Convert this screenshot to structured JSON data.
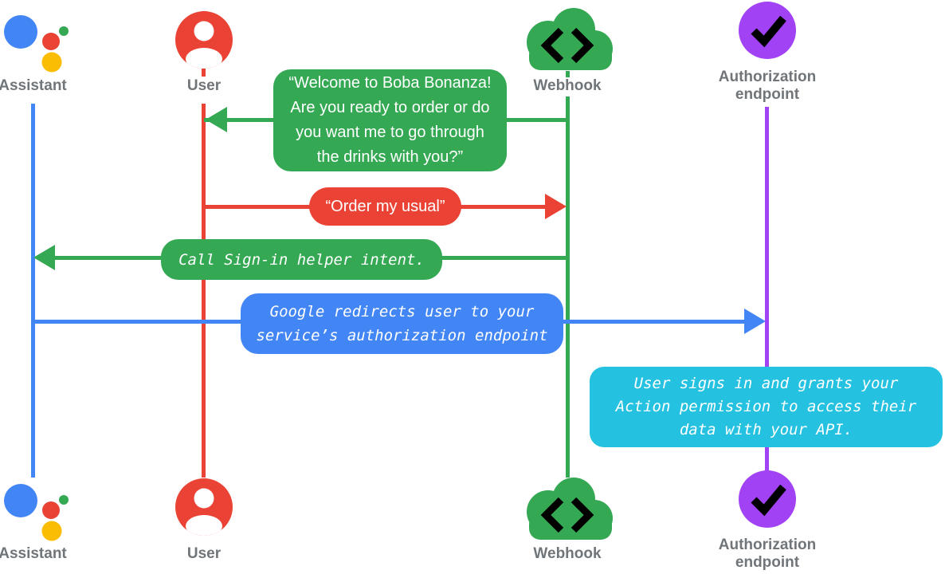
{
  "colors": {
    "assistant_blue": "#4285F4",
    "user_red": "#EA4335",
    "webhook_green": "#34A853",
    "assistant_yellow": "#FBBC04",
    "auth_purple": "#A142F4",
    "note_cyan": "#24C1E0",
    "label_gray": "#70757A",
    "glyph_black": "#000000"
  },
  "actors": [
    {
      "id": "assistant",
      "label": "Assistant",
      "icon": "google-assistant-logo"
    },
    {
      "id": "user",
      "label": "User",
      "icon": "user-avatar-icon"
    },
    {
      "id": "webhook",
      "label": "Webhook",
      "icon": "webhook-cloud-icon"
    },
    {
      "id": "auth_endpoint",
      "label": [
        "Authorization",
        "endpoint"
      ],
      "icon": "checkmark-circle-icon"
    }
  ],
  "messages": [
    {
      "from": "webhook",
      "to": "user",
      "style": "spoken",
      "color": "green",
      "text": [
        "“Welcome to Boba Bonanza!",
        "Are you ready to order or do",
        "you want me to go through",
        "the drinks with you?”"
      ]
    },
    {
      "from": "user",
      "to": "webhook",
      "style": "spoken",
      "color": "red",
      "text": [
        "“Order my usual”"
      ]
    },
    {
      "from": "webhook",
      "to": "assistant",
      "style": "code",
      "color": "green",
      "text": [
        "Call Sign-in helper intent."
      ]
    },
    {
      "from": "assistant",
      "to": "auth_endpoint",
      "style": "code",
      "color": "blue",
      "text": [
        "Google redirects user to your",
        "service’s authorization endpoint"
      ]
    },
    {
      "from": "auth_endpoint",
      "to": "auth_endpoint",
      "style": "code",
      "color": "cyan",
      "text": [
        "User signs in and grants your",
        "Action permission to access their",
        "data with your API."
      ]
    }
  ]
}
